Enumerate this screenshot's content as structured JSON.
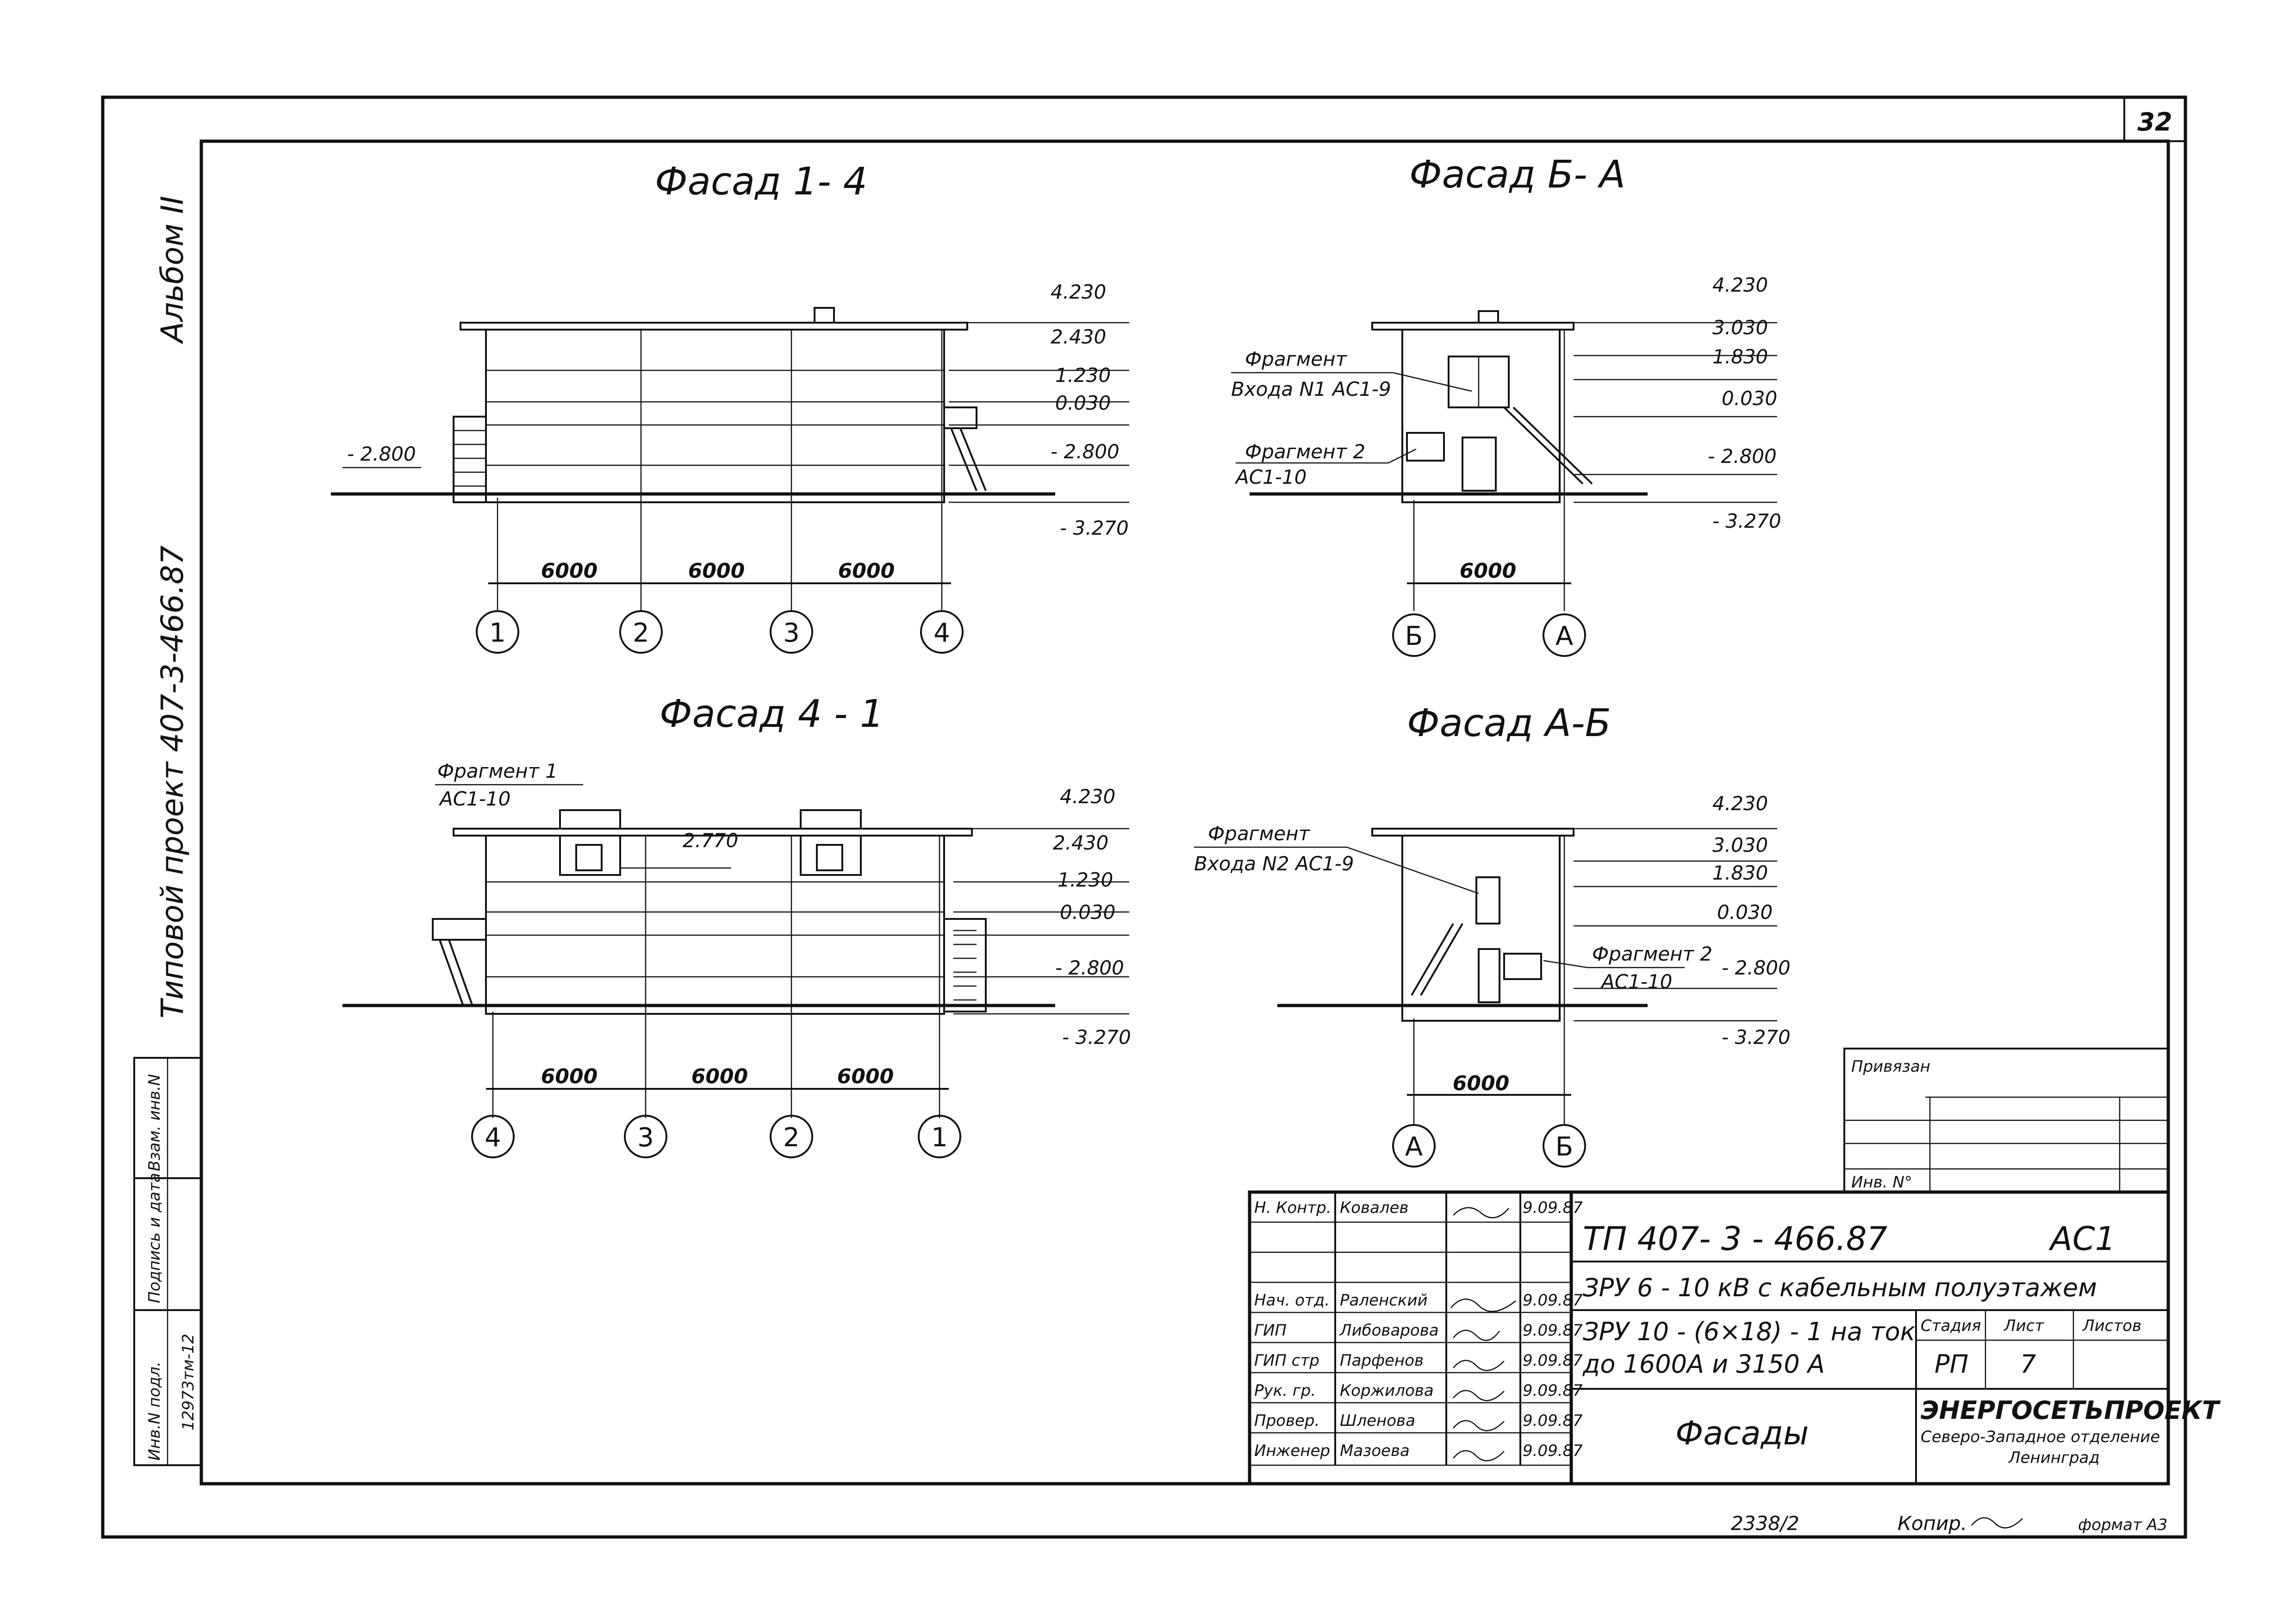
{
  "sheet_number": "32",
  "left_strip": {
    "album": "Альбом II",
    "project": "Типовой проект 407-3-466.87",
    "inv_labels": [
      "Инв.N подл.",
      "Подпись и дата",
      "Взам. инв.N"
    ],
    "inv_value": "12973тм-12"
  },
  "views": [
    {
      "title": "Фасад 1- 4",
      "levels": [
        "4.230",
        "2.430",
        "1.230",
        "0.030",
        "- 2.800",
        "- 3.270"
      ],
      "side_level": "- 2.800",
      "dims": [
        "6000",
        "6000",
        "6000"
      ],
      "axes": [
        "1",
        "2",
        "3",
        "4"
      ]
    },
    {
      "title": "Фасад Б- А",
      "levels": [
        "4.230",
        "3.030",
        "1.830",
        "0.030",
        "- 2.800",
        "- 3.270"
      ],
      "fragments": [
        {
          "line1": "Фрагмент",
          "line2": "Входа N1 АС1-9"
        },
        {
          "line1": "Фрагмент 2",
          "line2": "АС1-10"
        }
      ],
      "dims": [
        "6000"
      ],
      "axes": [
        "Б",
        "А"
      ]
    },
    {
      "title": "Фасад 4 - 1",
      "levels": [
        "4.230",
        "2.430",
        "1.230",
        "0.030",
        "- 2.800",
        "- 3.270"
      ],
      "inner_level": "2.770",
      "fragments": [
        {
          "line1": "Фрагмент 1",
          "line2": "АС1-10"
        }
      ],
      "dims": [
        "6000",
        "6000",
        "6000"
      ],
      "axes": [
        "4",
        "3",
        "2",
        "1"
      ]
    },
    {
      "title": "Фасад А-Б",
      "levels": [
        "4.230",
        "3.030",
        "1.830",
        "0.030",
        "- 2.800",
        "- 3.270"
      ],
      "fragments": [
        {
          "line1": "Фрагмент",
          "line2": "Входа N2 АС1-9"
        },
        {
          "line1": "Фрагмент 2",
          "line2": "АС1-10"
        }
      ],
      "dims": [
        "6000"
      ],
      "axes": [
        "А",
        "Б"
      ]
    }
  ],
  "binding_box": {
    "title": "Привязан",
    "inv": "Инв. N°"
  },
  "title_block": {
    "staff": [
      {
        "role": "Н. Контр.",
        "name": "Ковалев",
        "date": "9.09.87"
      },
      {
        "role": "",
        "name": "",
        "date": ""
      },
      {
        "role": "",
        "name": "",
        "date": ""
      },
      {
        "role": "Нач. отд.",
        "name": "Раленский",
        "date": "9.09.87"
      },
      {
        "role": "ГИП",
        "name": "Либоварова",
        "date": "9.09.87"
      },
      {
        "role": "ГИП стр",
        "name": "Парфенов",
        "date": "9.09.87"
      },
      {
        "role": "Рук. гр.",
        "name": "Коржилова",
        "date": "9.09.87"
      },
      {
        "role": "Провер.",
        "name": "Шленова",
        "date": "9.09.87"
      },
      {
        "role": "Инженер",
        "name": "Мазоева",
        "date": "9.09.87"
      }
    ],
    "code": "ТП 407- 3 - 466.87",
    "mark": "АС1",
    "object": "ЗРУ 6 - 10 кВ с кабельным полуэтажем",
    "subject_line1": "ЗРУ 10 - (6×18) - 1 на ток",
    "subject_line2": "до 1600А и 3150 А",
    "stage_label": "Стадия",
    "sheet_label": "Лист",
    "sheets_label": "Листов",
    "stage": "РП",
    "sheet": "7",
    "sheet_title": "Фасады",
    "org": "ЭНЕРГОСЕТЬПРОЕКТ",
    "org_branch": "Северо-Западное отделение",
    "org_city": "Ленинград"
  },
  "footer": {
    "doc_no": "2338/2",
    "copy": "Копир.",
    "format": "формат А3"
  }
}
